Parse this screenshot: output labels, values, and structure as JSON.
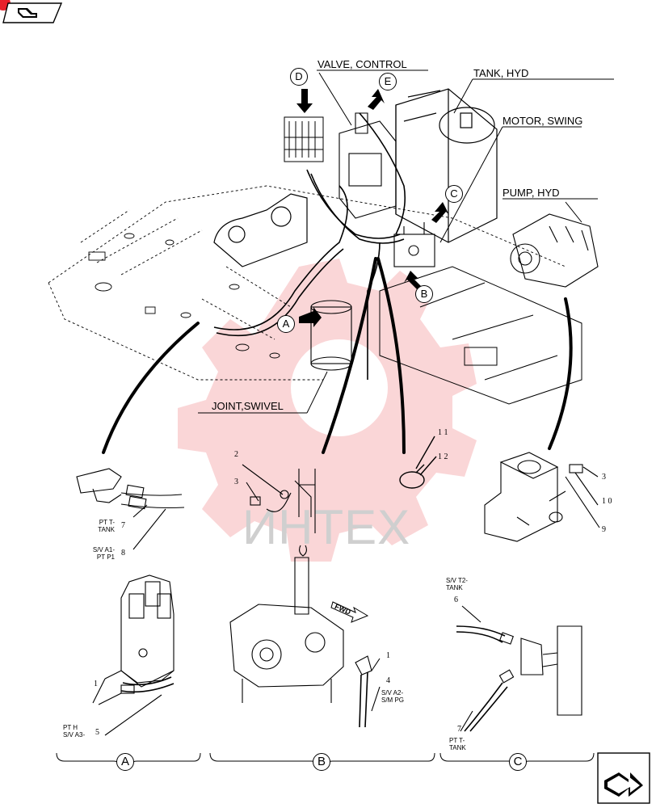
{
  "nav": {
    "back_icon": "arrow-back-icon",
    "next_icon": "arrow-next-icon",
    "accent": "#e8202a"
  },
  "watermark": {
    "text": "ИНТЕХ",
    "color": "#e8202a"
  },
  "labels": {
    "valve_control": "VALVE, CONTROL",
    "tank_hyd": "TANK, HYD",
    "motor_swing": "MOTOR, SWING",
    "pump_hyd": "PUMP, HYD",
    "joint_swivel": "JOINT,SWIVEL",
    "fwd": "FWD"
  },
  "callouts": [
    "A",
    "B",
    "C",
    "D",
    "E"
  ],
  "detail_a_top": {
    "hose_7_label": "PT T-\nTANK",
    "hose_7_num": "7",
    "hose_8_label": "S/V A1-\nPT P1",
    "hose_8_num": "8"
  },
  "detail_b_top": {
    "num_2": "2",
    "num_3": "3"
  },
  "detail_clamp": {
    "num_11": "1 1",
    "num_12": "1 2"
  },
  "detail_c_top": {
    "num_3": "3",
    "num_10": "1 0",
    "num_9": "9"
  },
  "detail_a": {
    "title": "A",
    "num_1": "1",
    "num_5": "5",
    "hose_label": "PT H\nS/V A3-"
  },
  "detail_b": {
    "title": "B",
    "num_1": "1",
    "num_4": "4",
    "hose_label": "S/V A2-\nS/M PG"
  },
  "detail_c": {
    "title": "C",
    "num_6": "6",
    "num_7": "7",
    "hose_6_label": "S/V T2-\nTANK",
    "hose_7_label": "PT T-\nTANK"
  }
}
